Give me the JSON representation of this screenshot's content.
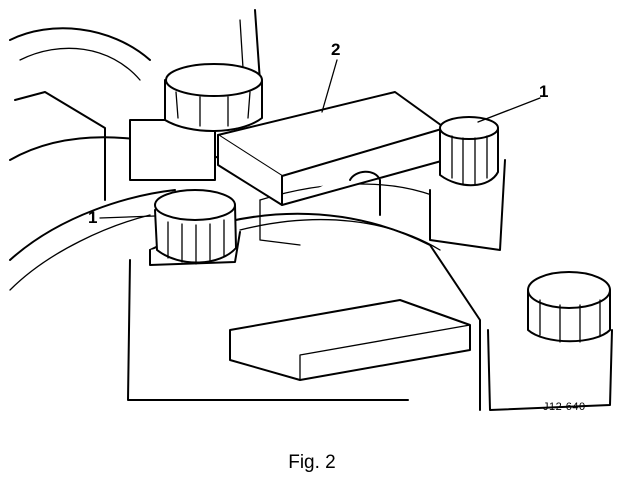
{
  "figure": {
    "callouts": {
      "bracket": "2",
      "nut_right": "1",
      "nut_left": "1"
    },
    "reference_code": "J12 640",
    "caption": "Fig. 2"
  }
}
